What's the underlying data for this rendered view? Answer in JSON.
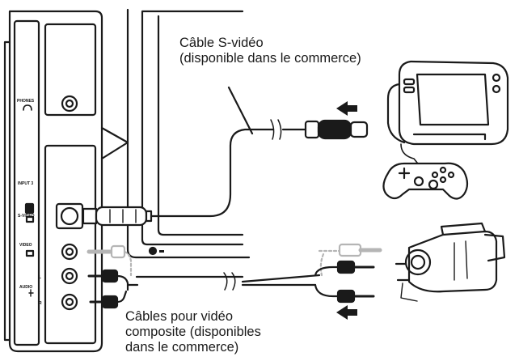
{
  "svideo_cable": {
    "line1": "Câble S-vidéo",
    "line2": "(disponible dans le commerce)"
  },
  "composite_cables": {
    "line1": "Câbles pour vidéo",
    "line2": "composite (disponibles",
    "line3": "dans le commerce)"
  },
  "panel_labels": {
    "phones": "PHONES",
    "input": "INPUT 3",
    "svideo": "S-VIDEO",
    "video": "VIDEO",
    "audio": "AUDIO",
    "l": "L",
    "r": "R"
  },
  "colors": {
    "line": "#1a1a1a",
    "gray_plug": "#b5b5b5",
    "background": "#ffffff"
  }
}
